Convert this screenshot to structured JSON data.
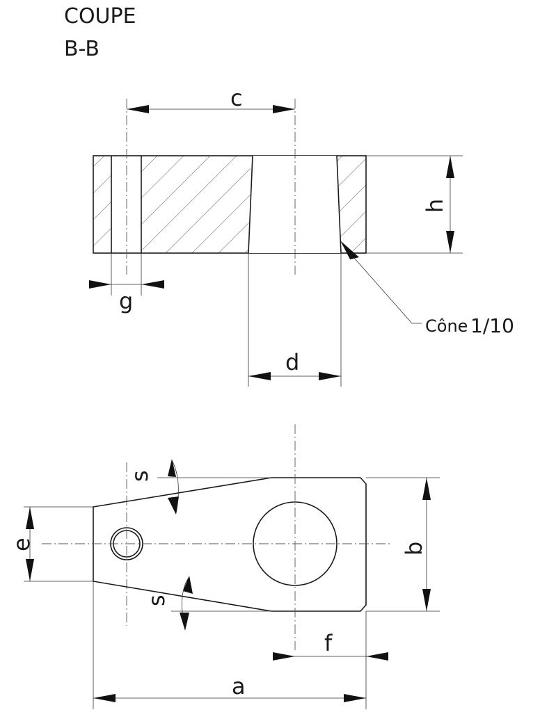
{
  "title": {
    "line1": "COUPE",
    "line2": "B-B"
  },
  "labels": {
    "c": "c",
    "h": "h",
    "g": "g",
    "d": "d",
    "cone_word": "Cône",
    "cone_ratio": "1/10",
    "s_top": "s",
    "s_bottom": "s",
    "e": "e",
    "b": "b",
    "f": "f",
    "a": "a"
  }
}
